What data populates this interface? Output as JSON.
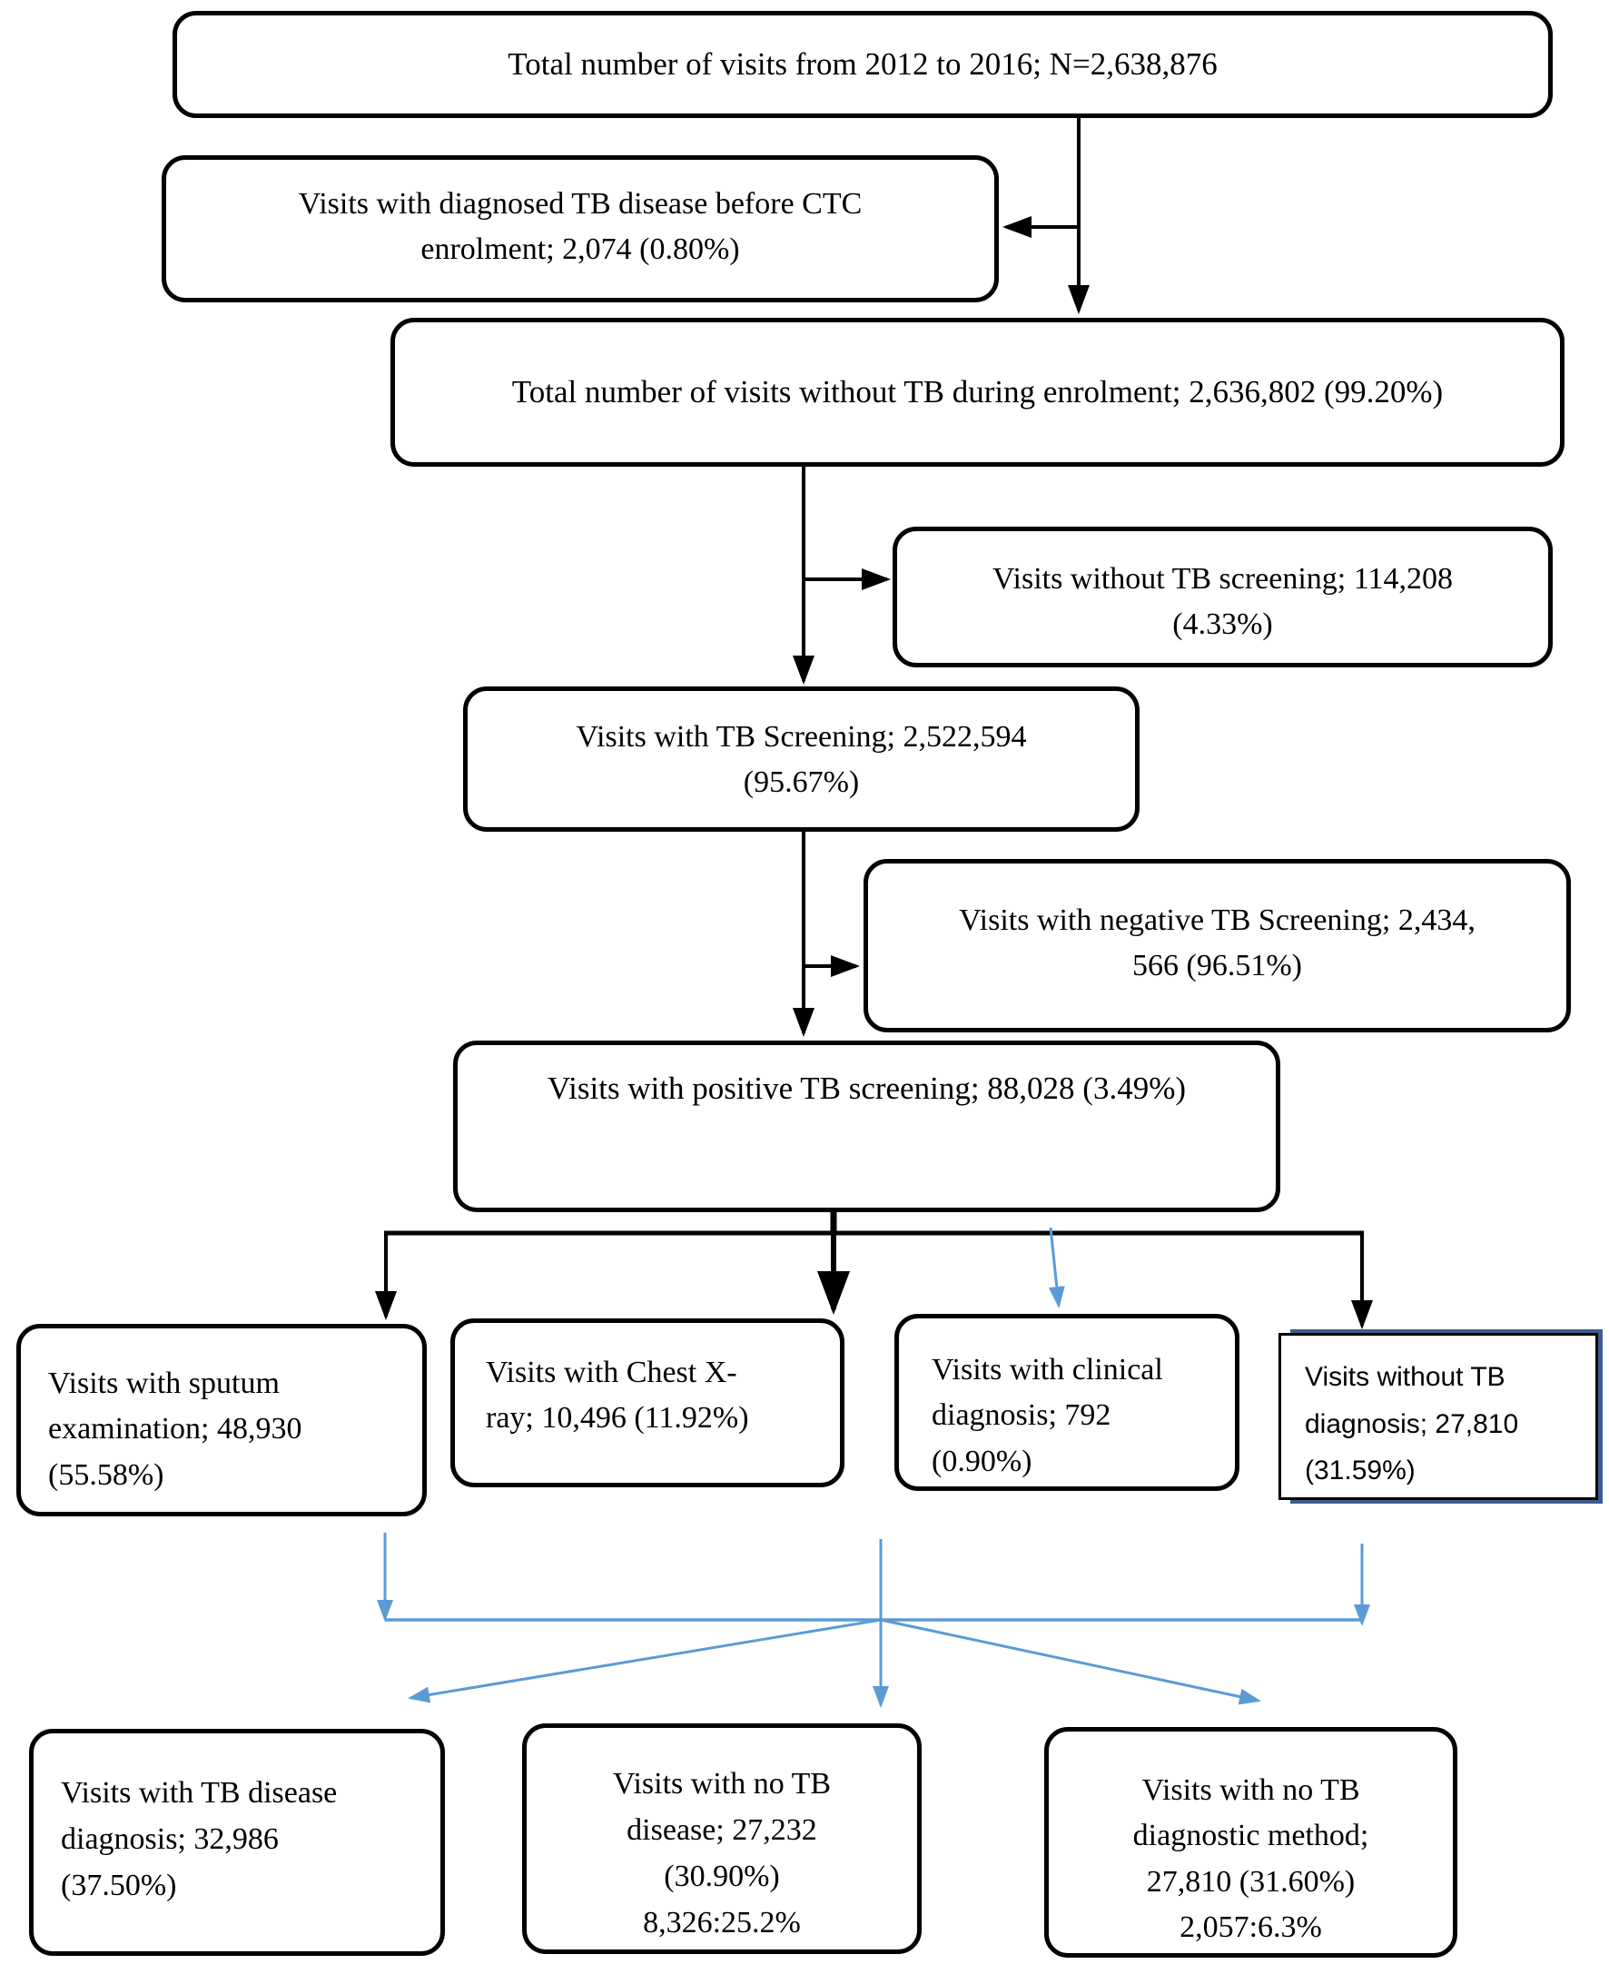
{
  "figure": {
    "type": "flowchart",
    "background": "#ffffff",
    "line_color": "#000000",
    "accent_blue": "#5b9bd5",
    "highlight_box_accent": "#3c5e8e"
  },
  "nodes": {
    "total_visits": {
      "lines": [
        "Total number of visits from 2012 to 2016; N=2,638,876"
      ]
    },
    "tb_before_ctc": {
      "lines": [
        "Visits with diagnosed TB disease before CTC",
        "enrolment; 2,074 (0.80%)"
      ]
    },
    "without_tb_enrolment": {
      "lines": [
        "Total number of visits without TB during enrolment; 2,636,802 (99.20%)"
      ]
    },
    "without_screening": {
      "lines": [
        "Visits without TB screening; 114,208",
        "(4.33%)"
      ]
    },
    "with_screening": {
      "lines": [
        "Visits with TB Screening; 2,522,594",
        "(95.67%)"
      ]
    },
    "negative_screening": {
      "lines": [
        "Visits with negative TB Screening; 2,434,",
        "566 (96.51%)"
      ]
    },
    "positive_screening": {
      "lines": [
        "Visits with positive TB screening; 88,028 (3.49%)"
      ]
    },
    "sputum": {
      "lines": [
        "Visits with sputum",
        "examination; 48,930",
        "(55.58%)"
      ]
    },
    "chest_xray": {
      "lines": [
        "Visits with Chest X-",
        "ray; 10,496 (11.92%)"
      ]
    },
    "clinical": {
      "lines": [
        "Visits with clinical",
        "diagnosis; 792",
        "(0.90%)"
      ]
    },
    "no_tb_diagnosis": {
      "lines": [
        "Visits without TB",
        "diagnosis; 27,810",
        "(31.59%)"
      ]
    },
    "tb_disease_diagnosis": {
      "lines": [
        "Visits with TB disease",
        "diagnosis; 32,986",
        "(37.50%)"
      ]
    },
    "no_tb_disease": {
      "lines": [
        "Visits with no TB",
        "disease; 27,232",
        "(30.90%)",
        "8,326:25.2%"
      ]
    },
    "no_diagnostic_method": {
      "lines": [
        "Visits with no TB",
        "diagnostic method;",
        "27,810 (31.60%)",
        "2,057:6.3%"
      ]
    }
  }
}
